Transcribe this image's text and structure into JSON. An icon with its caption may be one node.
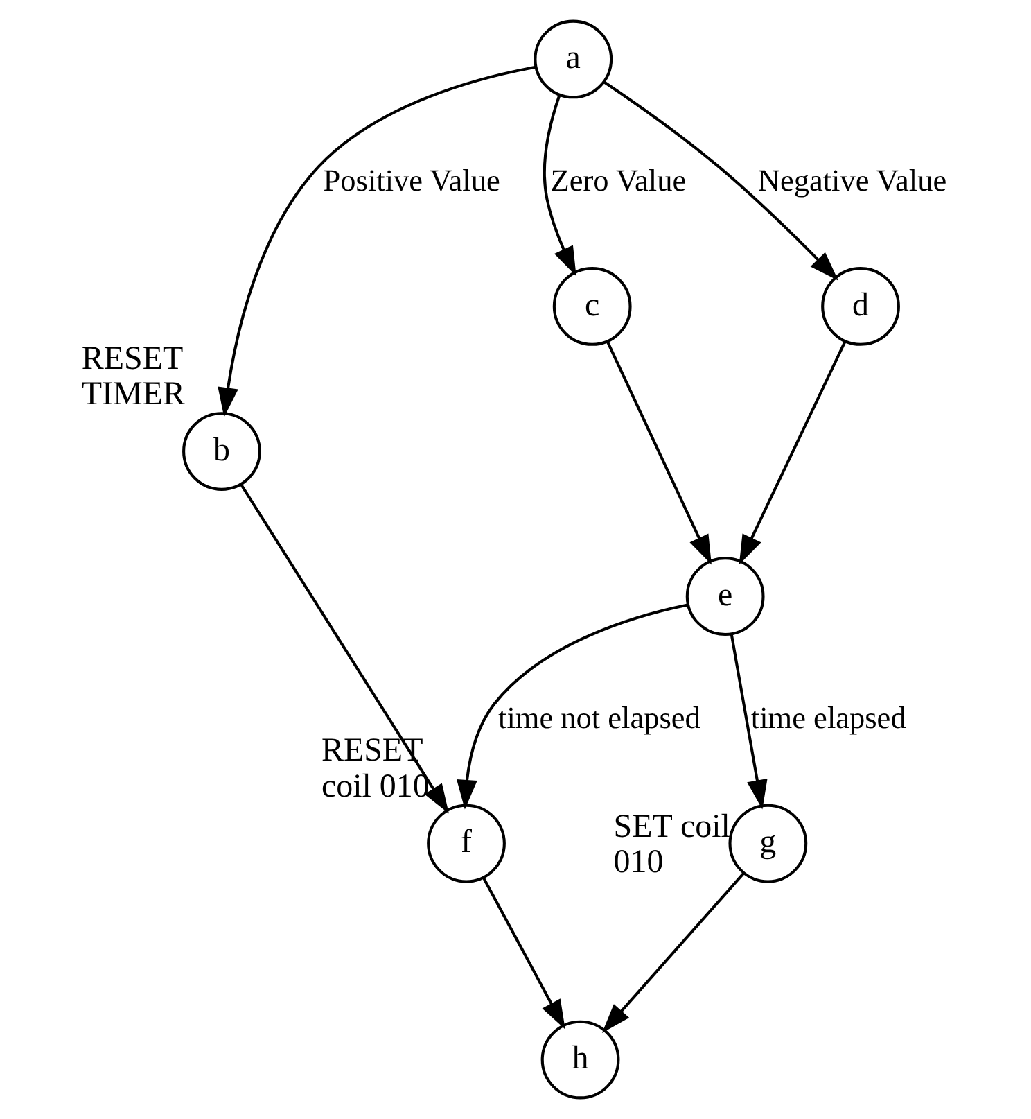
{
  "diagram": {
    "nodes": [
      {
        "text": [
          "a"
        ]
      },
      {
        "text": [
          "b"
        ],
        "beside": [
          "RESET TIMER"
        ]
      },
      {
        "text": [
          "c"
        ]
      },
      {
        "text": [
          "d"
        ]
      },
      {
        "text": [
          "e"
        ]
      },
      {
        "text": [
          "f"
        ],
        "beside": [
          "RESET coil 010"
        ]
      },
      {
        "text": [
          "g"
        ],
        "beside": [
          "SET coil 010"
        ]
      },
      {
        "text": [
          "h"
        ]
      }
    ],
    "edges": [
      {
        "from": 0,
        "to": 1,
        "arrow": "to",
        "label": "Positive Value"
      },
      {
        "from": 0,
        "to": 2,
        "arrow": "to",
        "label": "Zero Value"
      },
      {
        "from": 0,
        "to": 3,
        "arrow": "to",
        "label": "Negative Value"
      },
      {
        "from": 1,
        "to": 5,
        "arrow": "to"
      },
      {
        "from": 2,
        "to": 4,
        "arrow": "to"
      },
      {
        "from": 3,
        "to": 4,
        "arrow": "to"
      },
      {
        "from": 4,
        "to": 5,
        "arrow": "to",
        "label": "time not elapsed"
      },
      {
        "from": 4,
        "to": 6,
        "arrow": "to",
        "label": "time elapsed"
      },
      {
        "from": 5,
        "to": 7,
        "arrow": "to"
      },
      {
        "from": 6,
        "to": 7,
        "arrow": "to"
      }
    ]
  }
}
